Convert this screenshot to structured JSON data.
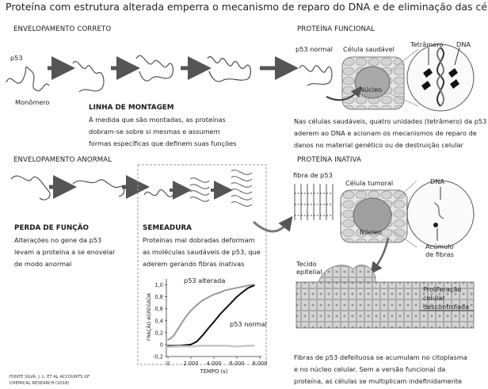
{
  "title": "Proteína com estrutura alterada emperra o mecanismo de reparo do DNA e de eliminação das células",
  "correct": {
    "heading": "ENVELOPAMENTO CORRETO",
    "p53": "p53",
    "monomer": "Monômero",
    "assembly_title": "LINHA DE MONTAGEM",
    "assembly_text": [
      "À medida que são montadas, as proteínas",
      "dobram-se sobre si mesmas e assumem",
      "formas específicas que definem suas funções"
    ]
  },
  "functional": {
    "heading": "PROTEÍNA FUNCIONAL",
    "p53_normal": "p53 normal",
    "healthy_cell": "Célula saudável",
    "nucleus": "Núcleo",
    "tetramer": "Tetrâmero",
    "dna": "DNA",
    "text": [
      "Nas células saudáveis, quatro unidades (tetrâmero) da p53",
      "aderem ao DNA e acionam os mecanismos de reparo de",
      "danos no material genético ou de destruição celular"
    ]
  },
  "abnormal": {
    "heading": "ENVELOPAMENTO ANORMAL",
    "loss_title": "PERDA DE FUNÇÃO",
    "loss_text": [
      "Alterações no gene da p53",
      "levam a proteína a se enovelar",
      "de modo anormal"
    ],
    "seeding_title": "SEMEADURA",
    "seeding_text": [
      "Proteínas mal dobradas deformam",
      "as moléculas saudáveis de p53, que",
      "aderem gerando fibras inativas"
    ]
  },
  "inactive": {
    "heading": "PROTEÍNA INATIVA",
    "fiber": "fibra de p53",
    "tumor_cell": "Célula tumoral",
    "nucleus": "Núcleo",
    "dna": "DNA",
    "accumulation": [
      "Acúmulo",
      "de fibras"
    ],
    "tissue": [
      "Tecido",
      "epitelial"
    ],
    "proliferation": [
      "Proliferação",
      "celular",
      "descontrolada"
    ],
    "text": [
      "Fibras de p53 defeituosa se acumulam no citoplasma",
      "e no núcleo celular. Sem a versão funcional da",
      "proteína, as células se multiplicam indefinidamente"
    ]
  },
  "source": [
    "FONTE SILVA, J. L. ET AL ACCOUNTS OF",
    "CHEMICAL RESEARCH (2018)"
  ],
  "chart_data": {
    "type": "line",
    "xlabel": "TEMPO (s)",
    "ylabel": "FRAÇÃO AGREGADA",
    "xlim": [
      0,
      8000
    ],
    "ylim": [
      -0.2,
      1.1
    ],
    "xticks": [
      "0",
      "2.000",
      "4.000",
      "6.000",
      "8.000"
    ],
    "yticks": [
      "1,0",
      "0,8",
      "0,6",
      "0,4",
      "0,2",
      "0",
      "-0,2"
    ],
    "ytick_values": [
      1.0,
      0.8,
      0.6,
      0.4,
      0.2,
      0,
      -0.2
    ],
    "series": [
      {
        "name": "p53 alterada",
        "color": "#9a9a9a",
        "x": [
          0,
          200,
          500,
          1000,
          1500,
          2000,
          2500,
          3000,
          3500,
          4000,
          4500,
          5000,
          5500,
          6000,
          6500,
          7000,
          7500
        ],
        "y": [
          0.08,
          0.1,
          0.15,
          0.3,
          0.45,
          0.57,
          0.66,
          0.74,
          0.79,
          0.84,
          0.87,
          0.91,
          0.93,
          0.95,
          0.97,
          0.99,
          1.0
        ]
      },
      {
        "name": "p53 normal",
        "color": "#111111",
        "x": [
          0,
          1000,
          2000,
          2500,
          3000,
          3500,
          4000,
          4500,
          5000,
          5500,
          6000,
          6500,
          7000,
          7500
        ],
        "y": [
          -0.02,
          -0.02,
          0.0,
          0.05,
          0.15,
          0.27,
          0.38,
          0.5,
          0.6,
          0.7,
          0.8,
          0.88,
          0.95,
          0.99
        ]
      },
      {
        "name": "",
        "color": "#c8c8c8",
        "x": [
          0,
          1000,
          2000,
          3000,
          4000,
          5000,
          6000,
          7000,
          7500
        ],
        "y": [
          -0.04,
          -0.03,
          -0.03,
          -0.02,
          -0.02,
          -0.02,
          -0.03,
          -0.02,
          -0.02
        ]
      }
    ]
  }
}
